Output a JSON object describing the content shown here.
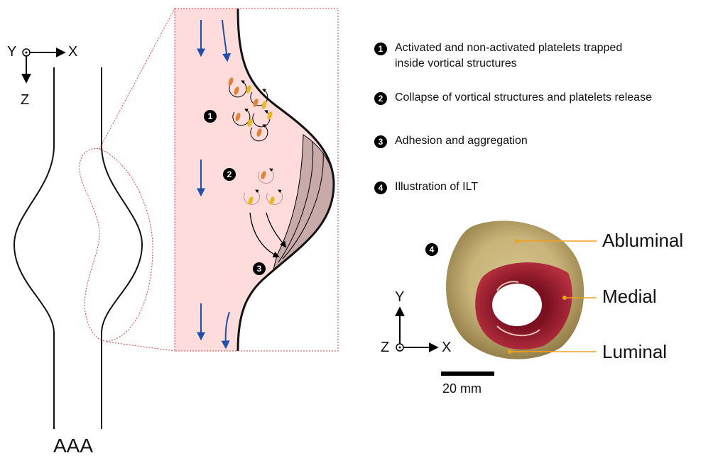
{
  "aaa_label": "AAA",
  "axes_left": {
    "x": "X",
    "y": "Y",
    "z": "Z"
  },
  "axes_photo": {
    "x": "X",
    "y": "Y",
    "z": "Z"
  },
  "markers": [
    "1",
    "2",
    "3",
    "4"
  ],
  "legend": [
    {
      "num": "1",
      "text": "Activated and non-activated platelets trapped\ninside vortical structures"
    },
    {
      "num": "2",
      "text": "Collapse of vortical structures and platelets release"
    },
    {
      "num": "3",
      "text": "Adhesion and aggregation"
    },
    {
      "num": "4",
      "text": "Illustration of ILT"
    }
  ],
  "photo_labels": {
    "abluminal": "Abluminal",
    "medial": "Medial",
    "luminal": "Luminal"
  },
  "scale_bar": "20 mm",
  "colors": {
    "lumen_fill": "#ffdcdc",
    "flow_arrow": "#1f4fa8",
    "platelet_orange": "#e0823a",
    "platelet_yellow": "#e8b820",
    "thrombus": "#c8aaa8",
    "leader_line": "#f0a020"
  }
}
